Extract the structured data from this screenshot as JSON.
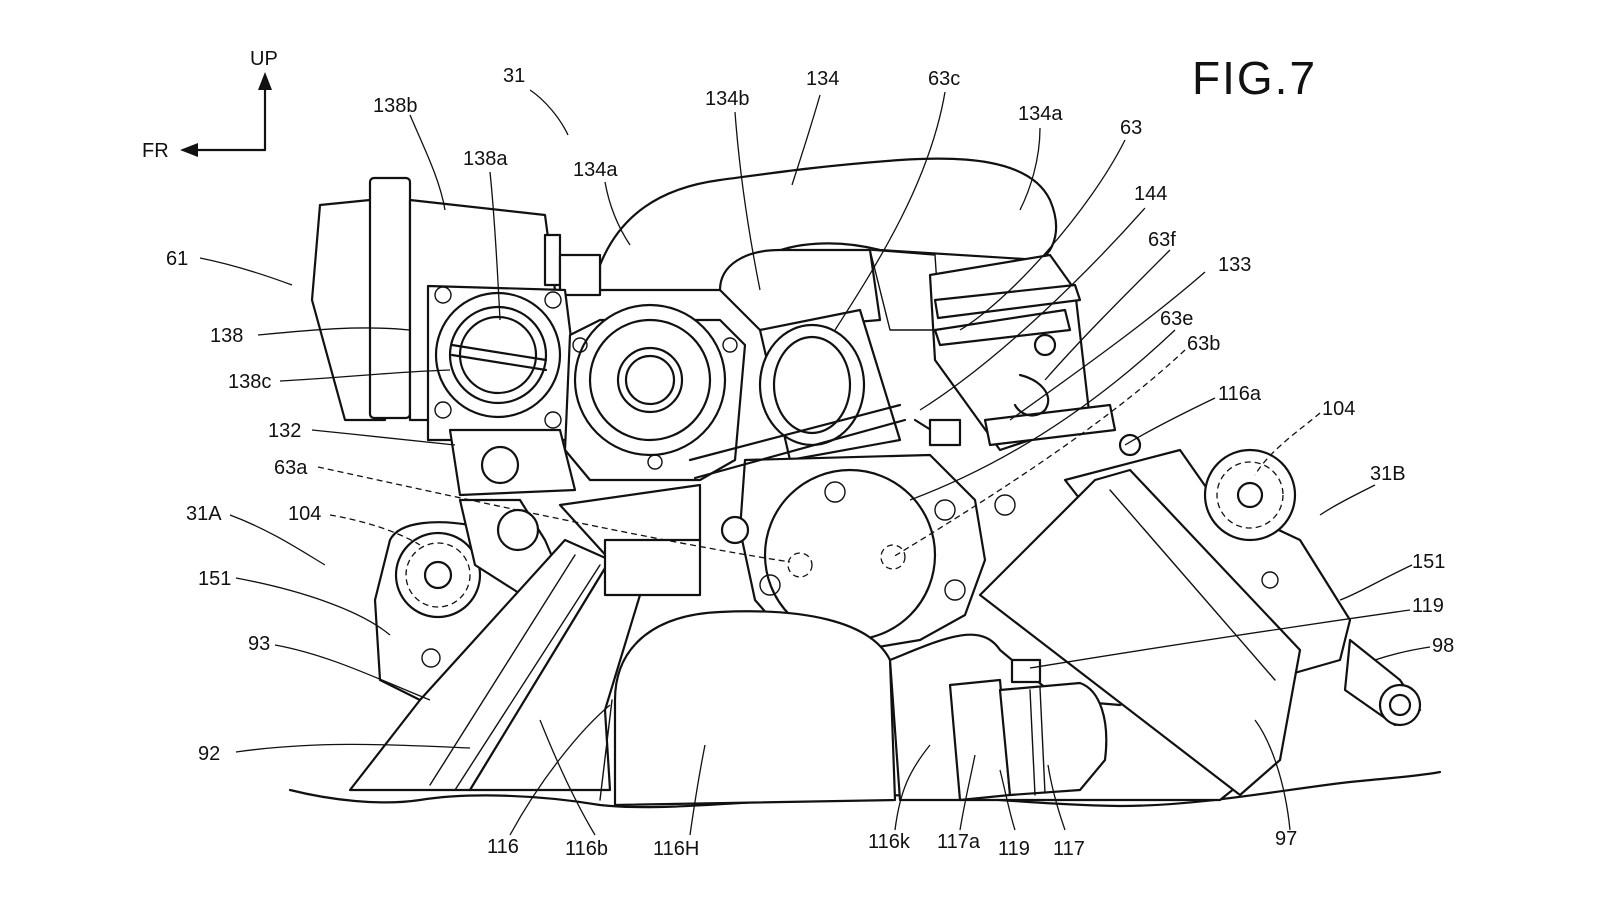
{
  "figure": {
    "title": "FIG.7"
  },
  "orientation": {
    "up_label": "UP",
    "front_label": "FR"
  },
  "labels": {
    "l31": "31",
    "l134": "134",
    "l134b": "134b",
    "l63c": "63c",
    "l134a_right": "134a",
    "l63": "63",
    "l144": "144",
    "l63f": "63f",
    "l133": "133",
    "l63e": "63e",
    "l63b": "63b",
    "l116a": "116a",
    "l104_right": "104",
    "l31B": "31B",
    "l151_right": "151",
    "l119_right": "119",
    "l98": "98",
    "l97": "97",
    "l117": "117",
    "l119_bottom": "119",
    "l117a": "117a",
    "l116k": "116k",
    "l116H": "116H",
    "l116b": "116b",
    "l116": "116",
    "l92": "92",
    "l93": "93",
    "l151_left": "151",
    "l31A": "31A",
    "l104_left": "104",
    "l63a": "63a",
    "l132": "132",
    "l138c": "138c",
    "l138": "138",
    "l61": "61",
    "l138a": "138a",
    "l138b": "138b",
    "l134a_left": "134a"
  }
}
